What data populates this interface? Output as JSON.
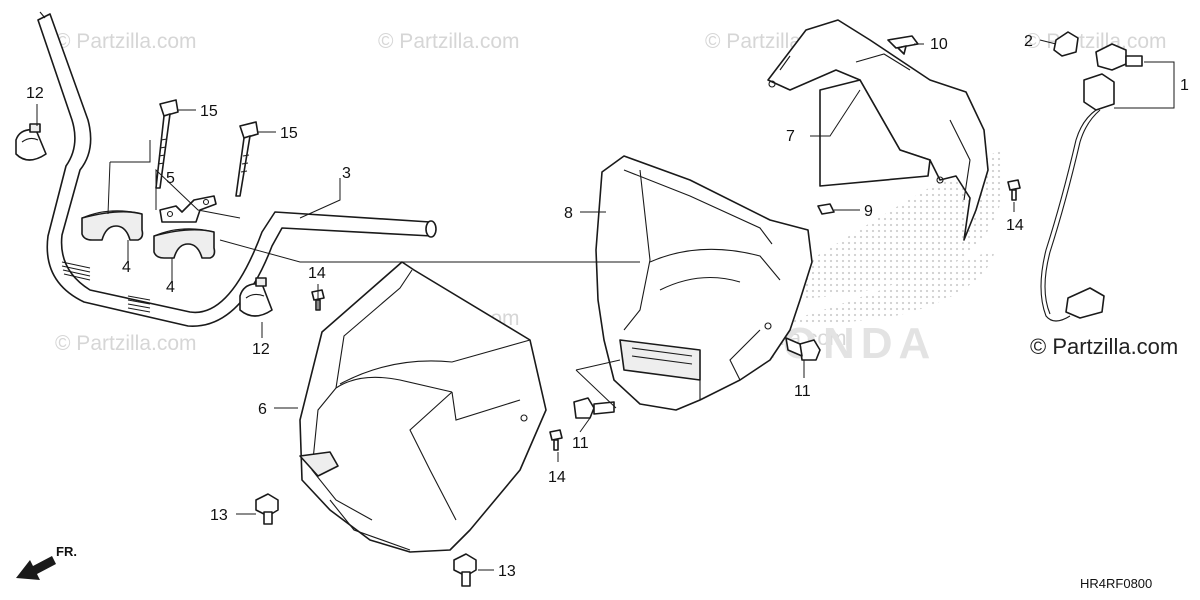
{
  "watermark": {
    "text": "© Partzilla.com",
    "corner_text": "© Partzilla.com"
  },
  "brand_watermark": "HONDA",
  "diagram_code": "HR4RF0800",
  "direction": "FR.",
  "callouts": [
    {
      "id": "c1",
      "text": "1"
    },
    {
      "id": "c2",
      "text": "2"
    },
    {
      "id": "c3",
      "text": "3"
    },
    {
      "id": "c4a",
      "text": "4"
    },
    {
      "id": "c4b",
      "text": "4"
    },
    {
      "id": "c5",
      "text": "5"
    },
    {
      "id": "c6",
      "text": "6"
    },
    {
      "id": "c7",
      "text": "7"
    },
    {
      "id": "c8",
      "text": "8"
    },
    {
      "id": "c9",
      "text": "9"
    },
    {
      "id": "c10",
      "text": "10"
    },
    {
      "id": "c11a",
      "text": "11"
    },
    {
      "id": "c11b",
      "text": "11"
    },
    {
      "id": "c12a",
      "text": "12"
    },
    {
      "id": "c12b",
      "text": "12"
    },
    {
      "id": "c13a",
      "text": "13"
    },
    {
      "id": "c13b",
      "text": "13"
    },
    {
      "id": "c14a",
      "text": "14"
    },
    {
      "id": "c14b",
      "text": "14"
    },
    {
      "id": "c14c",
      "text": "14"
    },
    {
      "id": "c15a",
      "text": "15"
    },
    {
      "id": "c15b",
      "text": "15"
    }
  ],
  "colors": {
    "line": "#1a1a1a",
    "watermark": "#d6d6d6",
    "background": "#ffffff"
  }
}
